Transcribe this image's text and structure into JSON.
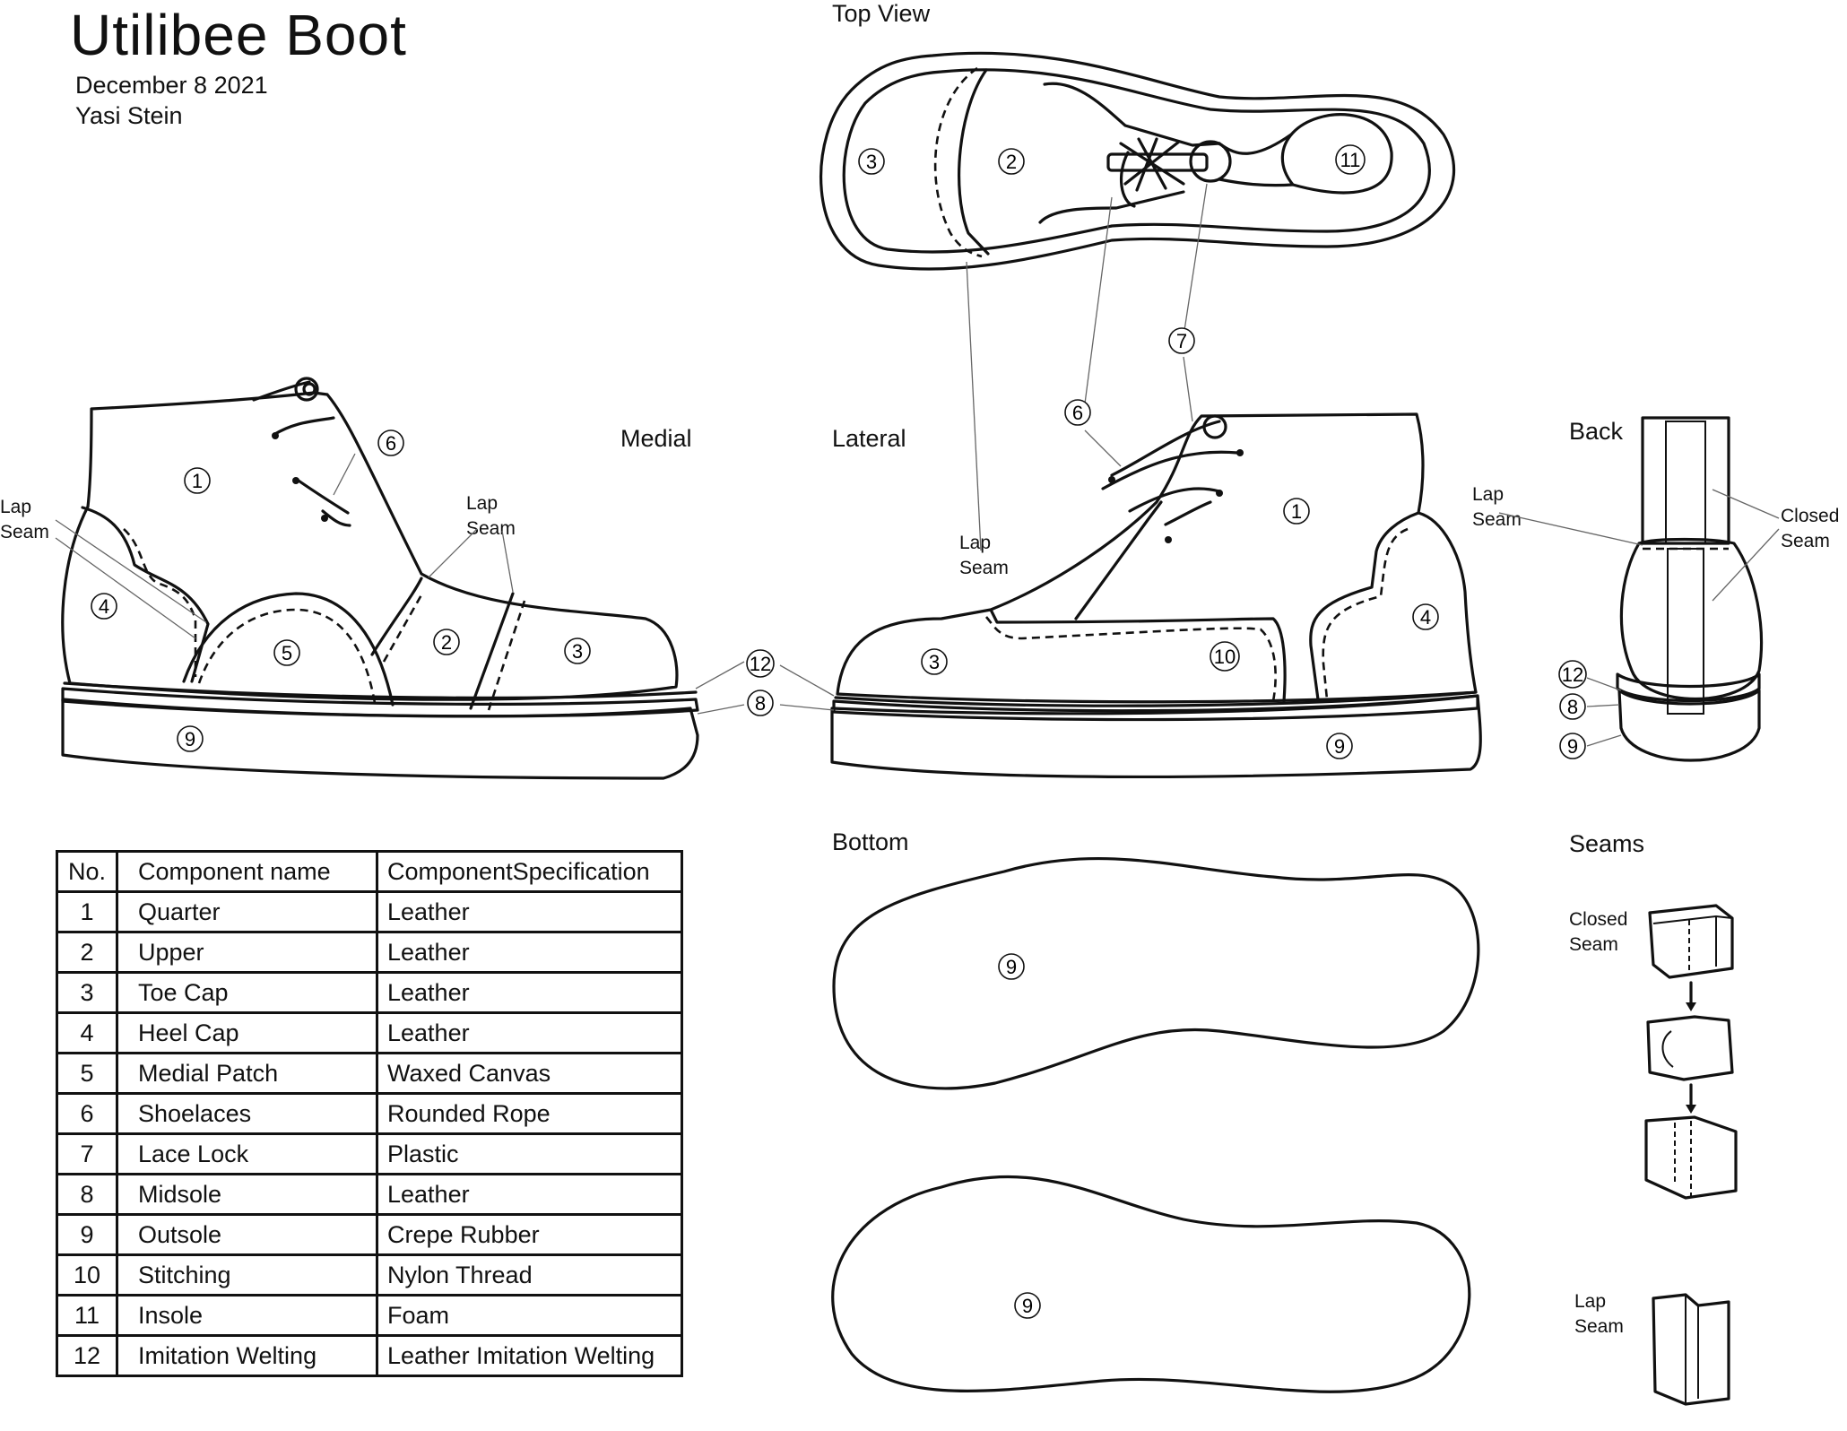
{
  "header": {
    "title": "Utilibee Boot",
    "date": "December 8 2021",
    "author": "Yasi Stein"
  },
  "views": {
    "top": "Top View",
    "medial": "Medial",
    "lateral": "Lateral",
    "back": "Back",
    "bottom": "Bottom",
    "seams": "Seams"
  },
  "notes": {
    "lap_seam": "Lap Seam",
    "closed_seam": "Closed Seam"
  },
  "callouts": {
    "n1": "1",
    "n2": "2",
    "n3": "3",
    "n4": "4",
    "n5": "5",
    "n6": "6",
    "n7": "7",
    "n8": "8",
    "n9": "9",
    "n10": "10",
    "n11": "11",
    "n12": "12"
  },
  "table": {
    "headers": [
      "No.",
      "Component name",
      "ComponentSpecification"
    ],
    "rows": [
      [
        "1",
        "Quarter",
        "Leather"
      ],
      [
        "2",
        "Upper",
        "Leather"
      ],
      [
        "3",
        "Toe Cap",
        "Leather"
      ],
      [
        "4",
        "Heel Cap",
        "Leather"
      ],
      [
        "5",
        "Medial Patch",
        "Waxed Canvas"
      ],
      [
        "6",
        "Shoelaces",
        "Rounded Rope"
      ],
      [
        "7",
        "Lace Lock",
        "Plastic"
      ],
      [
        "8",
        "Midsole",
        "Leather"
      ],
      [
        "9",
        "Outsole",
        "Crepe Rubber"
      ],
      [
        "10",
        "Stitching",
        "Nylon Thread"
      ],
      [
        "11",
        "Insole",
        "Foam"
      ],
      [
        "12",
        "Imitation Welting",
        "Leather Imitation Welting"
      ]
    ]
  }
}
